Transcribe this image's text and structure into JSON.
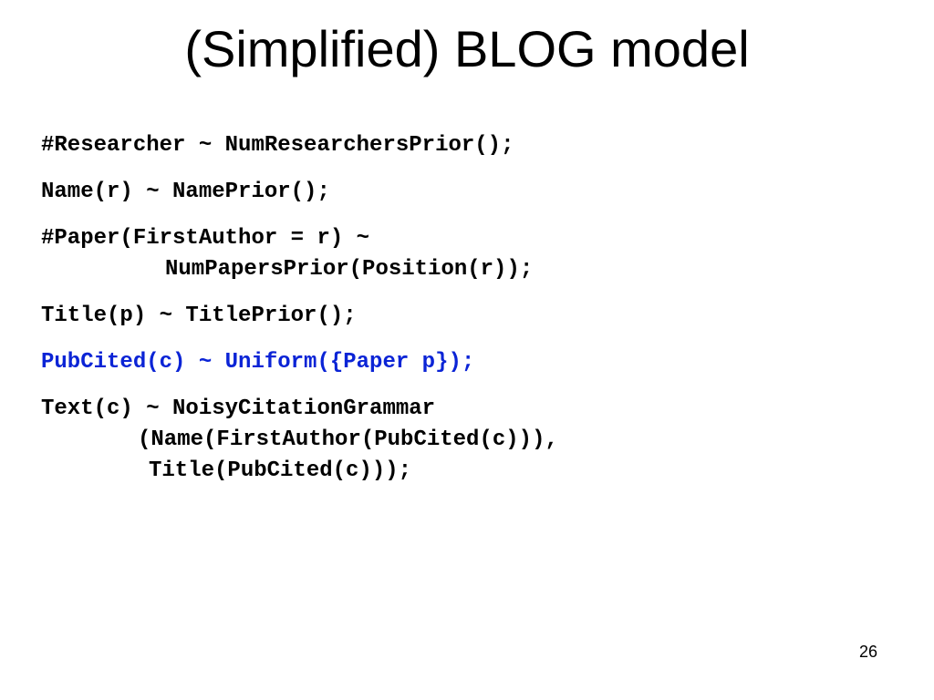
{
  "slide": {
    "title": "(Simplified) BLOG model",
    "page_number": "26",
    "highlight_color": "#0b24d6",
    "statements": [
      {
        "lines": [
          "#Researcher ~ NumResearchersPrior();"
        ]
      },
      {
        "lines": [
          "Name(r) ~ NamePrior();"
        ]
      },
      {
        "lines": [
          "#Paper(FirstAuthor = r) ~",
          "NumPapersPrior(Position(r));"
        ]
      },
      {
        "lines": [
          "Title(p) ~ TitlePrior();"
        ]
      },
      {
        "lines": [
          "PubCited(c) ~ Uniform({Paper p});"
        ]
      },
      {
        "lines": [
          "Text(c) ~ NoisyCitationGrammar",
          "(Name(FirstAuthor(PubCited(c))),",
          "Title(PubCited(c)));"
        ]
      }
    ]
  }
}
